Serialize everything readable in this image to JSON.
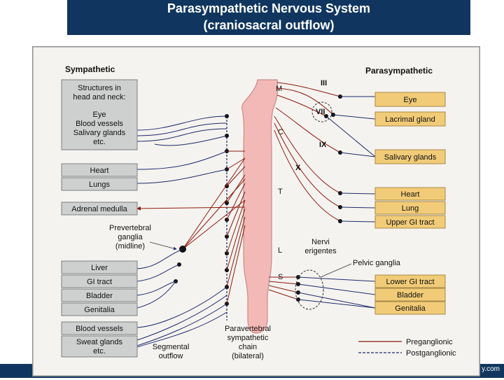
{
  "slide": {
    "title_line1": "Parasympathetic Nervous System",
    "title_line2": "(craniosacral outflow)",
    "footer_text": "y.com"
  },
  "diagram": {
    "left_header": "Sympathetic",
    "right_header": "Parasympathetic",
    "left_boxes": {
      "head_neck_title_1": "Structures in",
      "head_neck_title_2": "head and neck:",
      "head_neck_item_1": "Eye",
      "head_neck_item_2": "Blood vessels",
      "head_neck_item_3": "Salivary glands",
      "head_neck_item_4": "etc.",
      "heart": "Heart",
      "lungs": "Lungs",
      "adrenal": "Adrenal medulla",
      "liver": "Liver",
      "gi": "GI tract",
      "bladder": "Bladder",
      "genitalia": "Genitalia",
      "blood_vessels": "Blood vessels",
      "sweat_1": "Sweat glands",
      "sweat_2": "etc."
    },
    "right_boxes": {
      "eye": "Eye",
      "lacrimal": "Lacrimal gland",
      "salivary": "Salivary glands",
      "heart": "Heart",
      "lung": "Lung",
      "upper_gi": "Upper GI tract",
      "lower_gi": "Lower GI tract",
      "bladder": "Bladder",
      "genitalia": "Genitalia"
    },
    "cord_labels": {
      "m": "M",
      "c": "C",
      "t": "T",
      "l": "L",
      "s": "S"
    },
    "nerve_labels": {
      "iii": "III",
      "vii": "VII",
      "ix": "IX",
      "x": "X"
    },
    "annotations": {
      "prevert_1": "Prevertebral",
      "prevert_2": "ganglia",
      "prevert_3": "(midline)",
      "nervi_1": "Nervi",
      "nervi_2": "erigentes",
      "pelvic": "Pelvic ganglia",
      "paravert_1": "Paravertebral",
      "paravert_2": "sympathetic",
      "paravert_3": "chain",
      "paravert_4": "(bilateral)",
      "segmental_1": "Segmental",
      "segmental_2": "outflow"
    },
    "legend": {
      "preganglionic": "Preganglionic",
      "postganglionic": "Postganglionic"
    },
    "colors": {
      "preganglionic": "#8b1a10",
      "postganglionic": "#1c2a6e",
      "left_box": "#cdd0cf",
      "right_box": "#f1cb77",
      "cord": "#f3b9b6"
    }
  }
}
